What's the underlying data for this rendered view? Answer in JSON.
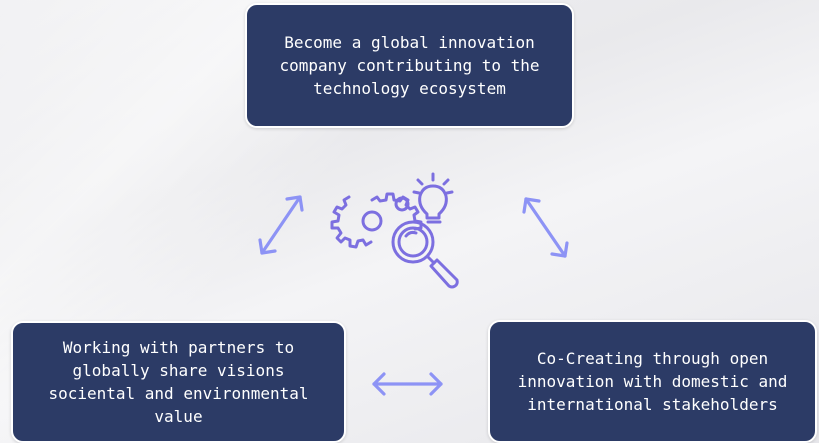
{
  "boxes": {
    "top": "Become a global innovation\ncompany contributing to the\ntechnology ecosystem",
    "left": "Working with partners to\nglobally share visions\nsociental and environmental\nvalue",
    "right": "Co-Creating through open\ninnovation with domestic and\ninternational stakeholders"
  },
  "colors": {
    "box_fill": "#2c3b66",
    "box_border": "#ffffff",
    "arrow": "#8d93f5",
    "icon": "#7c6fe0"
  },
  "icons": {
    "center": "innovation-gears-magnifier-bulb-icon",
    "arrow_left": "double-arrow-diagonal-icon",
    "arrow_right": "double-arrow-diagonal-icon",
    "arrow_bottom": "double-arrow-horizontal-icon"
  }
}
